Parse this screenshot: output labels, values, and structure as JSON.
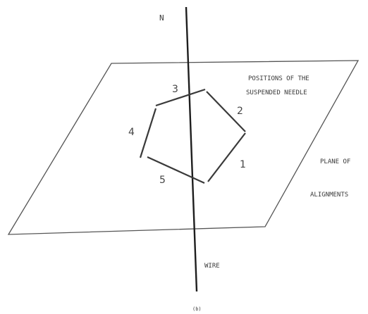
{
  "labels": {
    "north": "N",
    "wire": "WIRE",
    "positions_line1": "POSITIONS OF THE",
    "positions_line2": "SUSPENDED NEEDLE",
    "plane_line1": "PLANE OF",
    "plane_line2": "ALIGNMENTS",
    "caption": "(b)"
  },
  "needle_positions": [
    "1",
    "2",
    "3",
    "4",
    "5"
  ],
  "colors": {
    "ink": "#3a3a3a",
    "background": "#ffffff"
  }
}
